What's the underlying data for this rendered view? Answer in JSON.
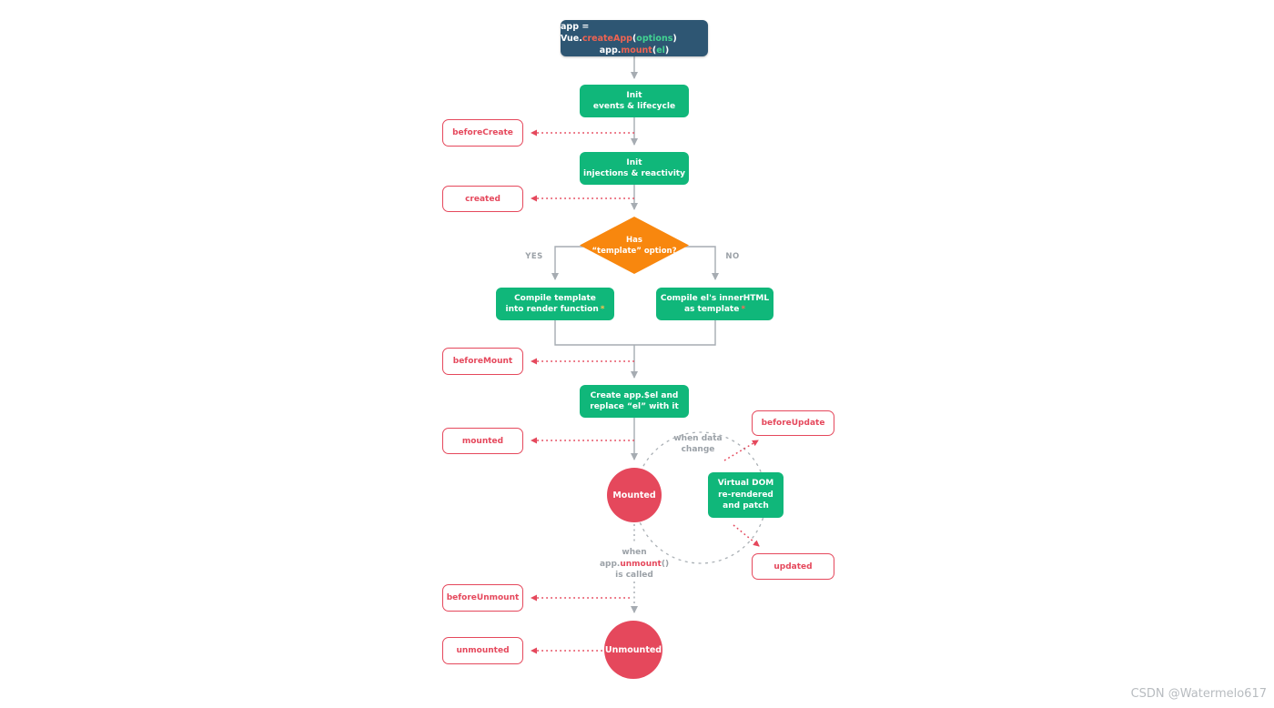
{
  "code": {
    "l1_pre": "app = Vue.",
    "l1_fn": "createApp",
    "l1_open": "(",
    "l1_arg": "options",
    "l1_close": ")",
    "l2_pre": "app.",
    "l2_fn": "mount",
    "l2_open": "(",
    "l2_arg": "el",
    "l2_close": ")"
  },
  "boxes": {
    "init_events": "Init\nevents & lifecycle",
    "init_injections": "Init\ninjections & reactivity",
    "compile_template": "Compile template\ninto render function",
    "compile_el": "Compile el's innerHTML\nas template",
    "asterisk": "*",
    "create_el": "Create app.$el and\nreplace “el” with it",
    "virtual_dom": "Virtual DOM\nre-rendered\nand patch"
  },
  "diamond": {
    "question": "Has\n“template” option?",
    "yes": "YES",
    "no": "NO"
  },
  "hooks": {
    "before_create": "beforeCreate",
    "created": "created",
    "before_mount": "beforeMount",
    "mounted": "mounted",
    "before_update": "beforeUpdate",
    "updated": "updated",
    "before_unmount": "beforeUnmount",
    "unmounted": "unmounted"
  },
  "circles": {
    "mounted": "Mounted",
    "unmounted": "Unmounted"
  },
  "annotations": {
    "when_data_change": "when data\nchange",
    "when_l1": "when",
    "when_l2_pre": "app.",
    "when_l2_fn": "unmount",
    "when_l2_post": "()",
    "when_l3": "is called"
  },
  "watermark": "CSDN @Watermelo617",
  "colors": {
    "green": "#10b77a",
    "navy": "#2e5673",
    "orange": "#f8870e",
    "crimson": "#e5485c",
    "gray_line": "#a6acb2",
    "gray_text": "#9ba1a7",
    "code_fn": "#ee6352",
    "code_arg": "#42d392"
  }
}
